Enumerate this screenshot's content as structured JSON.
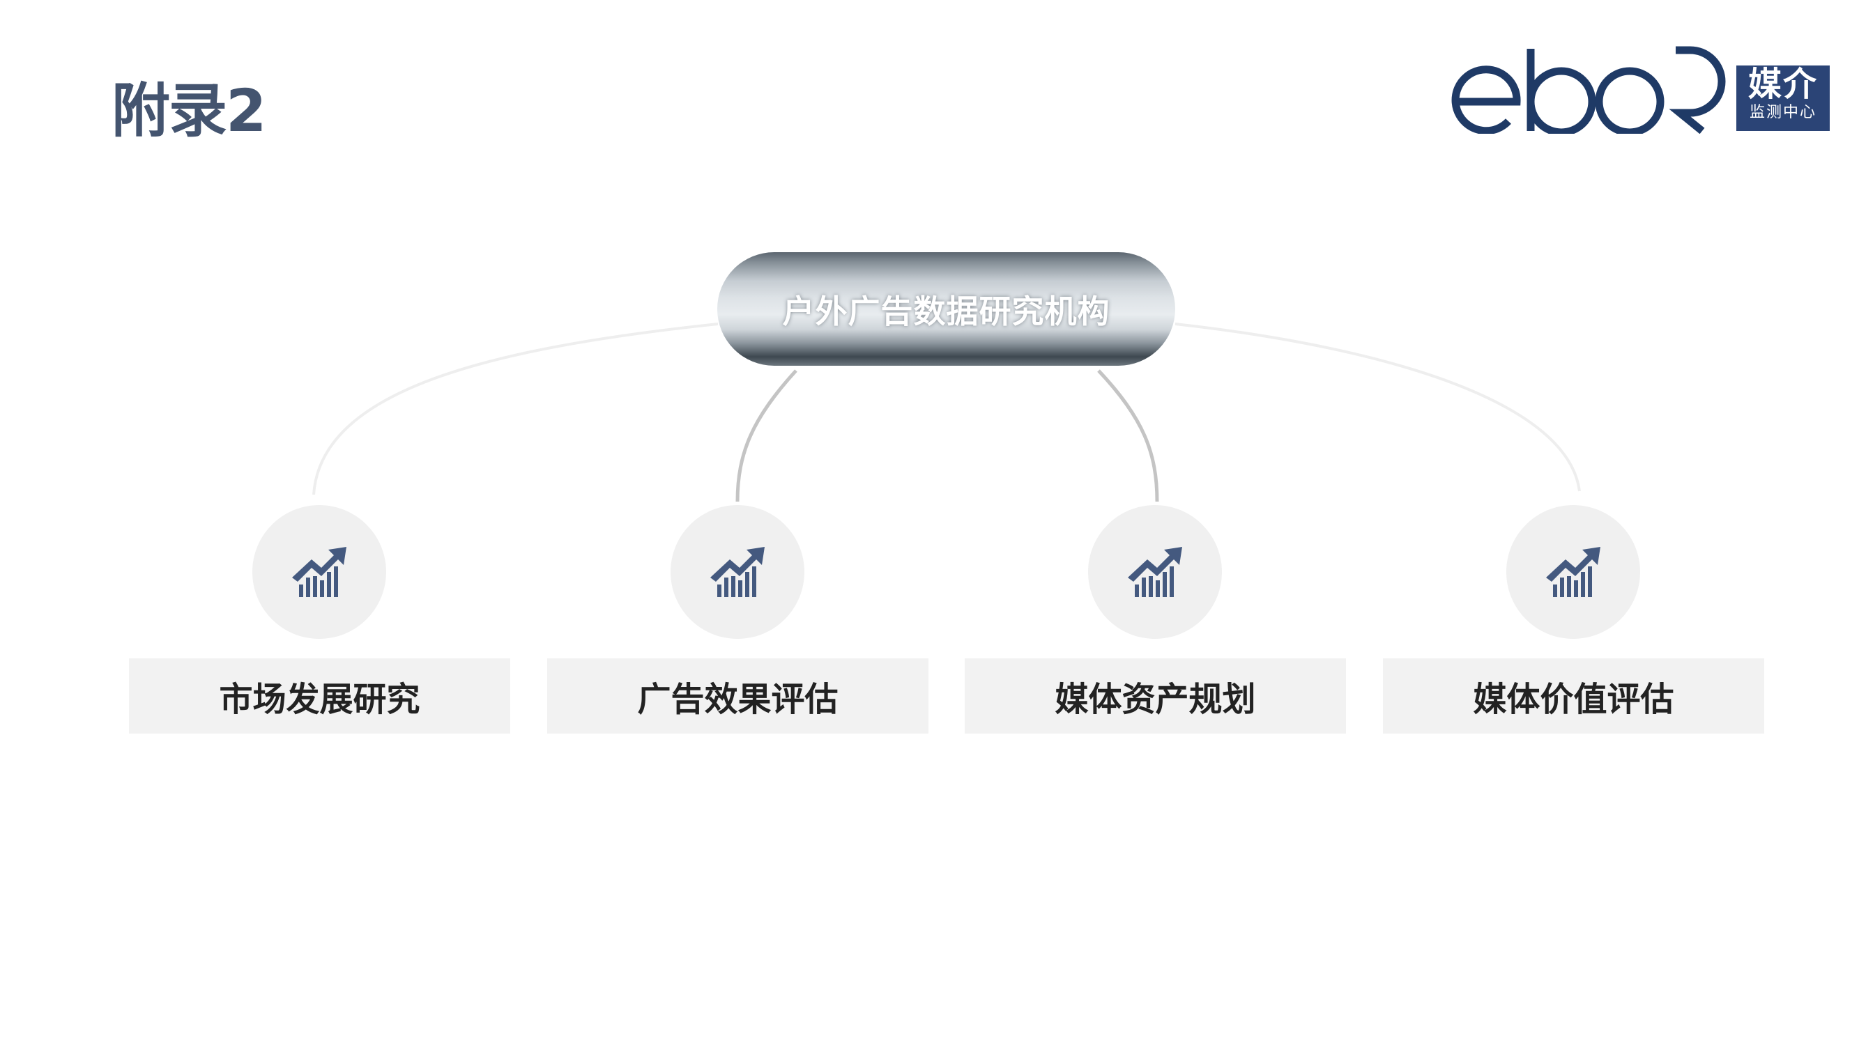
{
  "title": "附录2",
  "logo": {
    "word": "ebor",
    "box_big": "媒介",
    "box_small": "监测中心"
  },
  "center": {
    "label": "户外广告数据研究机构"
  },
  "branches": [
    {
      "label": "市场发展研究",
      "icon": "chart-growth-icon"
    },
    {
      "label": "广告效果评估",
      "icon": "chart-growth-icon"
    },
    {
      "label": "媒体资产规划",
      "icon": "chart-growth-icon"
    },
    {
      "label": "媒体价值评估",
      "icon": "chart-growth-icon"
    }
  ],
  "colors": {
    "title": "#44546f",
    "icon": "#44597f",
    "logo": "#1f3a66"
  }
}
